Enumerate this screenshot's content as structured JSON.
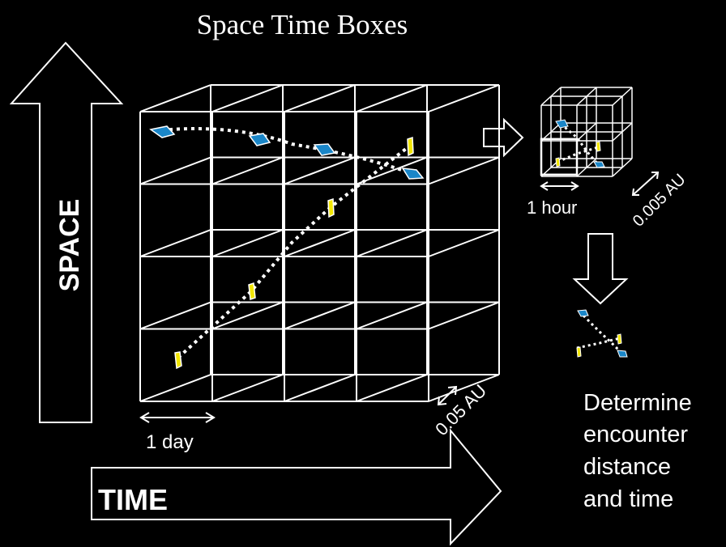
{
  "title": "Space Time Boxes",
  "labels": {
    "space": "SPACE",
    "time": "TIME",
    "one_day": "1 day",
    "au_005": "0.05 AU",
    "one_hour": "1 hour",
    "au_0005": "0.005 AU",
    "conclusion": [
      "Determine",
      "encounter",
      "distance",
      "and time"
    ]
  },
  "colors": {
    "background": "#000000",
    "lines": "#ffffff",
    "blue_object": "#1a86c8",
    "yellow_object": "#f2e600"
  }
}
